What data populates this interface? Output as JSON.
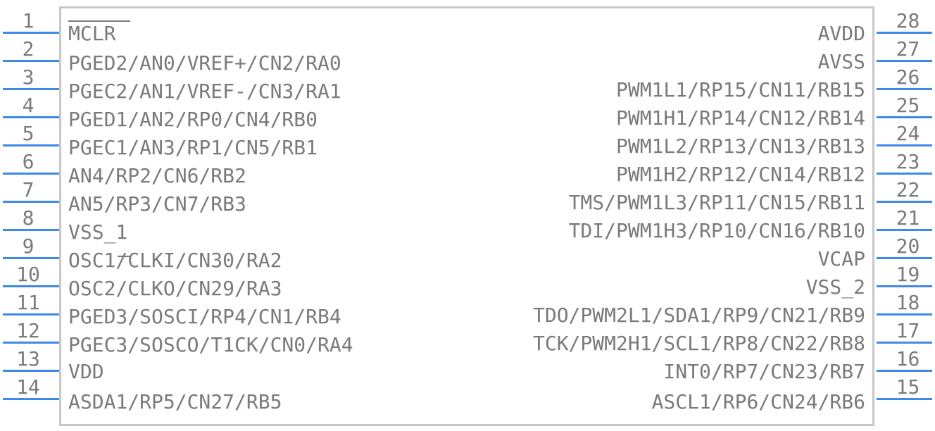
{
  "chip": {
    "left_pins": [
      {
        "num": "1",
        "label": "MCLR"
      },
      {
        "num": "2",
        "label": "PGED2/AN0/VREF+/CN2/RA0"
      },
      {
        "num": "3",
        "label": "PGEC2/AN1/VREF-/CN3/RA1"
      },
      {
        "num": "4",
        "label": "PGED1/AN2/RP0/CN4/RB0"
      },
      {
        "num": "5",
        "label": "PGEC1/AN3/RP1/CN5/RB1"
      },
      {
        "num": "6",
        "label": "AN4/RP2/CN6/RB2"
      },
      {
        "num": "7",
        "label": "AN5/RP3/CN7/RB3"
      },
      {
        "num": "8",
        "label": "VSS_1"
      },
      {
        "num": "9",
        "label": "OSC1/CLKI/CN30/RA2"
      },
      {
        "num": "10",
        "label": "OSC2/CLKO/CN29/RA3"
      },
      {
        "num": "11",
        "label": "PGED3/SOSCI/RP4/CN1/RB4"
      },
      {
        "num": "12",
        "label": "PGEC3/SOSCO/T1CK/CN0/RA4"
      },
      {
        "num": "13",
        "label": "VDD"
      },
      {
        "num": "14",
        "label": "ASDA1/RP5/CN27/RB5"
      }
    ],
    "right_pins": [
      {
        "num": "28",
        "label": "AVDD"
      },
      {
        "num": "27",
        "label": "AVSS"
      },
      {
        "num": "26",
        "label": "PWM1L1/RP15/CN11/RB15"
      },
      {
        "num": "25",
        "label": "PWM1H1/RP14/CN12/RB14"
      },
      {
        "num": "24",
        "label": "PWM1L2/RP13/CN13/RB13"
      },
      {
        "num": "23",
        "label": "PWM1H2/RP12/CN14/RB12"
      },
      {
        "num": "22",
        "label": "TMS/PWM1L3/RP11/CN15/RB11"
      },
      {
        "num": "21",
        "label": "TDI/PWM1H3/RP10/CN16/RB10"
      },
      {
        "num": "20",
        "label": "VCAP"
      },
      {
        "num": "19",
        "label": "VSS_2"
      },
      {
        "num": "18",
        "label": "TDO/PWM2L1/SDA1/RP9/CN21/RB9"
      },
      {
        "num": "17",
        "label": "TCK/PWM2H1/SCL1/RP8/CN22/RB8"
      },
      {
        "num": "16",
        "label": "INT0/RP7/CN23/RB7"
      },
      {
        "num": "15",
        "label": "ASCL1/RP6/CN24/RB6"
      }
    ]
  },
  "colors": {
    "pin_line": "#3d8ae8",
    "text": "#7a7a7a",
    "body_border": "#c8c8c8"
  }
}
